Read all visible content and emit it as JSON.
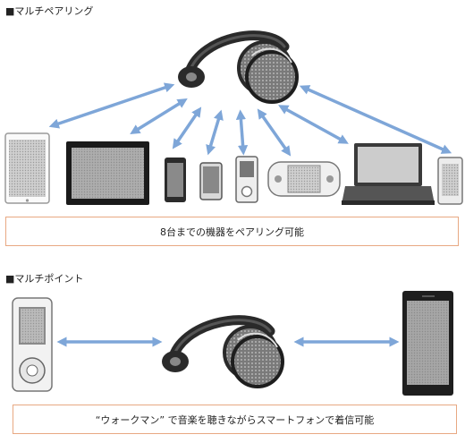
{
  "multipairing": {
    "heading": "■マルチペアリング",
    "caption": "8台までの機器をペアリング可能"
  },
  "multipoint": {
    "heading": "■マルチポイント",
    "caption": "“ウォークマン” で音楽を聴きながらスマートフォンで着信可能"
  },
  "colors": {
    "arrow": "#7ea6d8",
    "box_border": "#e8a882",
    "device_dark": "#222222",
    "device_gray": "#bdbdbd"
  }
}
